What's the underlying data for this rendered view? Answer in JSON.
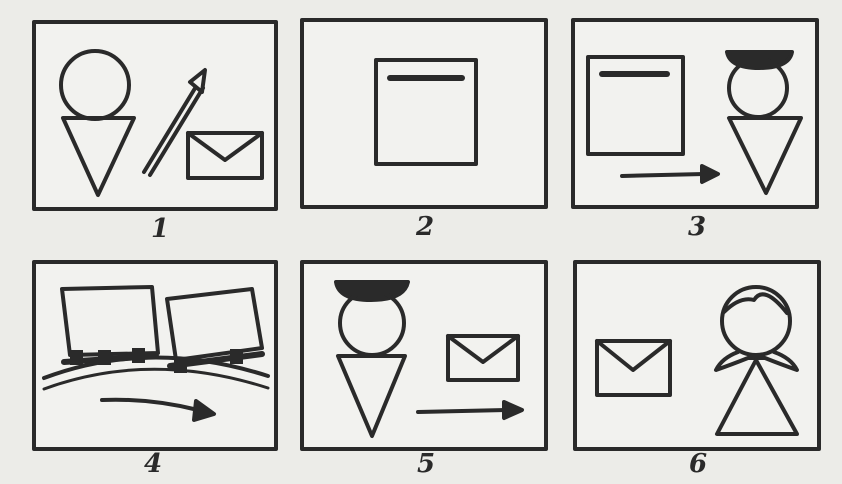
{
  "panels": [
    {
      "number": "1",
      "scene": [
        "person-figure",
        "pen",
        "envelope"
      ]
    },
    {
      "number": "2",
      "scene": [
        "mailbox"
      ]
    },
    {
      "number": "3",
      "scene": [
        "mailbox",
        "arrow-right",
        "postman-figure"
      ]
    },
    {
      "number": "4",
      "scene": [
        "train-cars",
        "rails",
        "arrow-right"
      ]
    },
    {
      "number": "5",
      "scene": [
        "postman-figure",
        "envelope",
        "arrow-right"
      ]
    },
    {
      "number": "6",
      "scene": [
        "envelope",
        "girl-figure"
      ]
    }
  ],
  "colors": {
    "background": "#ecece8",
    "ink": "#2a2a2a",
    "panel_fill": "#f2f2ef"
  }
}
